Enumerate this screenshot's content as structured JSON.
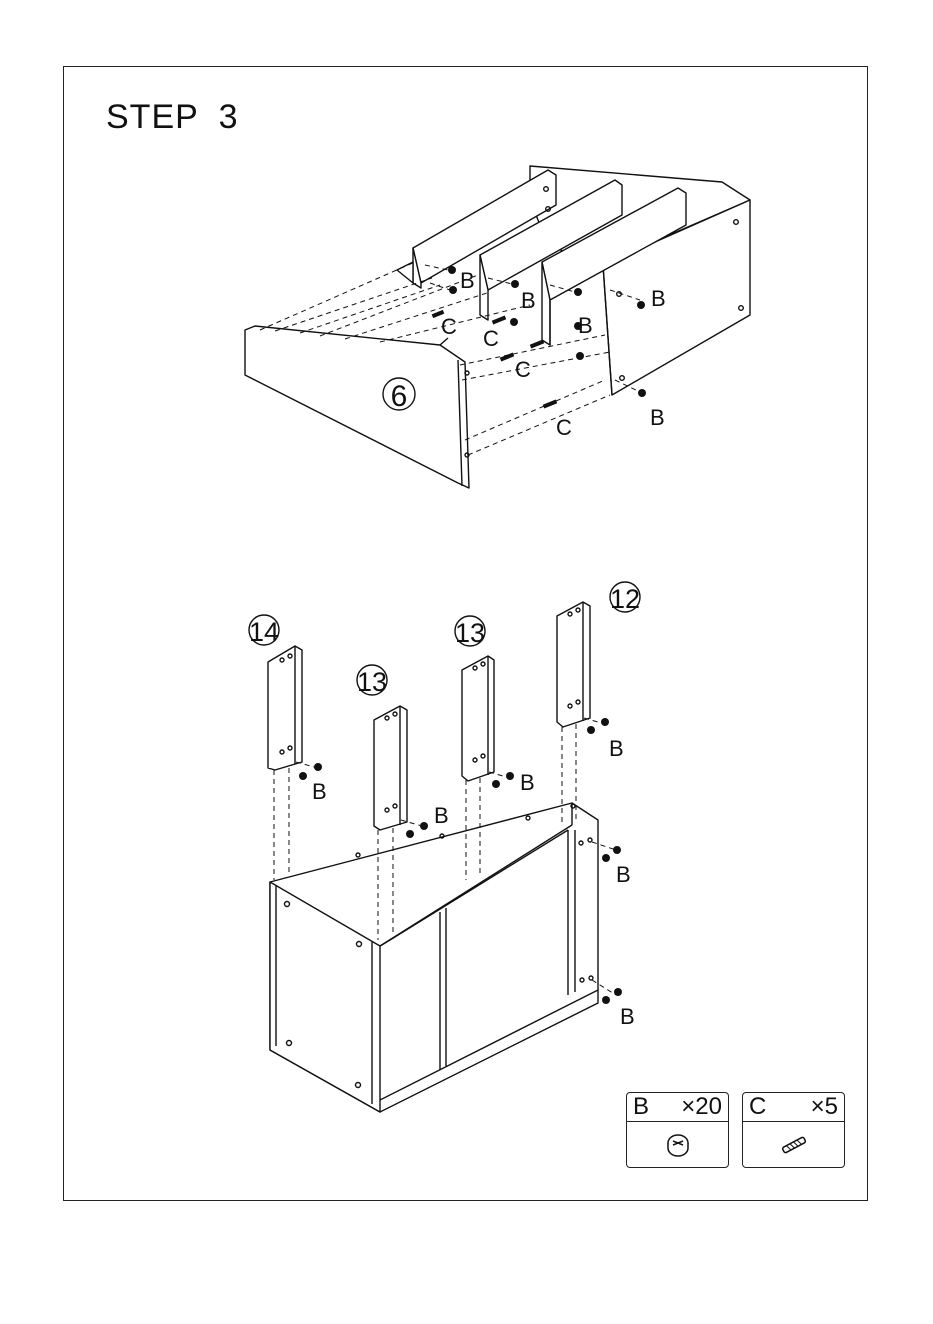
{
  "step": {
    "title": "STEP  3"
  },
  "top_view": {
    "part_label": "6",
    "hardware_labels": [
      "B",
      "B",
      "B",
      "B",
      "B",
      "C",
      "C",
      "C",
      "C"
    ]
  },
  "bottom_view": {
    "part_labels": [
      "14",
      "13",
      "13",
      "12"
    ],
    "hardware_labels": [
      "B",
      "B",
      "B",
      "B",
      "B",
      "B"
    ]
  },
  "hardware_list": [
    {
      "code": "B",
      "qty": "×20",
      "icon": "cam-lock-icon"
    },
    {
      "code": "C",
      "qty": "×5",
      "icon": "wooden-dowel-icon"
    }
  ]
}
